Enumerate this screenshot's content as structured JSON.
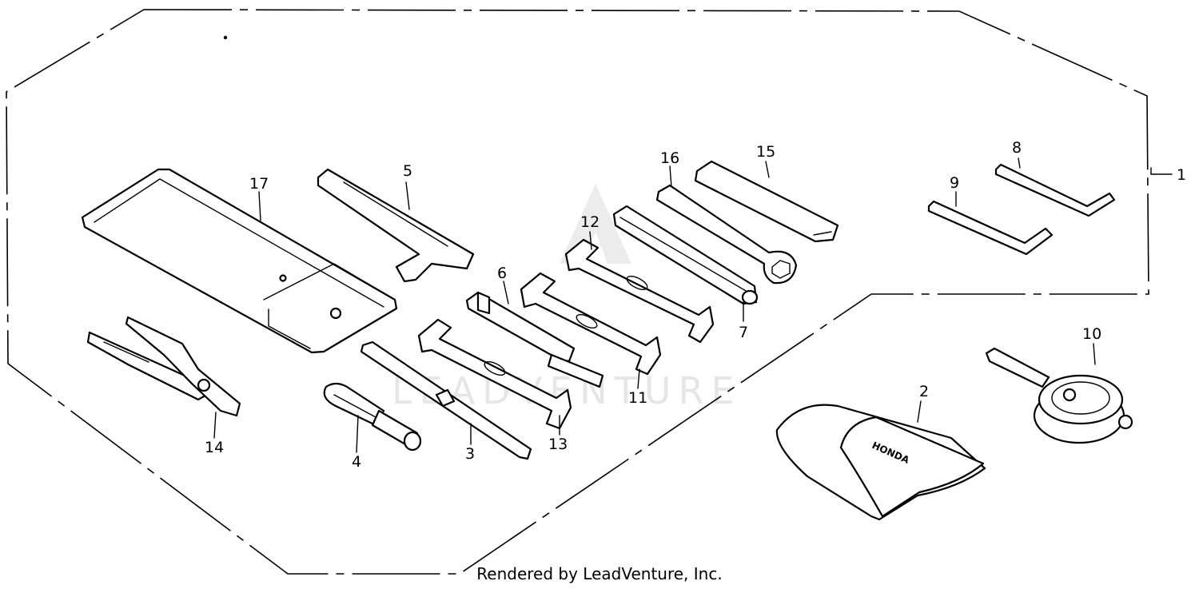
{
  "watermark": "LEADVENTURE",
  "credit": "Rendered by LeadVenture, Inc.",
  "pouch_brand": "HONDA",
  "callouts": {
    "c1": "1",
    "c2": "2",
    "c3": "3",
    "c4": "4",
    "c5": "5",
    "c6": "6",
    "c7": "7",
    "c8": "8",
    "c9": "9",
    "c10": "10",
    "c11": "11",
    "c12": "12",
    "c13": "13",
    "c14": "14",
    "c15": "15",
    "c16": "16",
    "c17": "17"
  }
}
